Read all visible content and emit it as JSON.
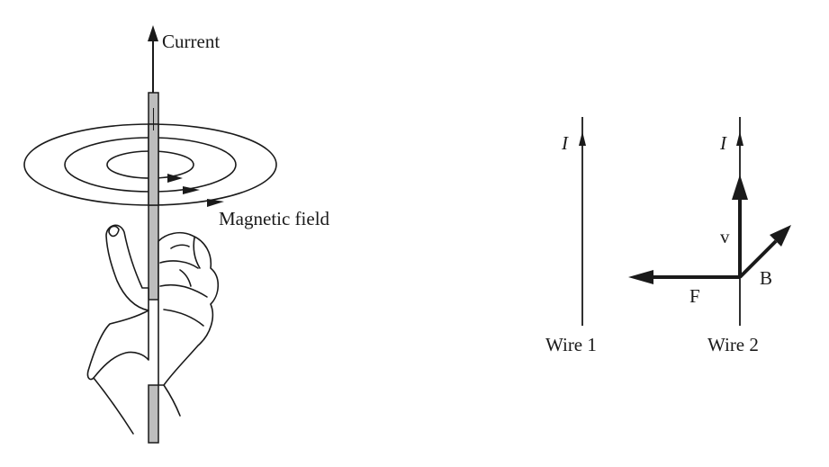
{
  "left_panel": {
    "current_label": "Current",
    "field_label": "Magnetic field"
  },
  "right_panel": {
    "wire1_current": "I",
    "wire2_current": "I",
    "wire1_label": "Wire 1",
    "wire2_label": "Wire 2",
    "velocity_label": "v",
    "field_label": "B",
    "force_label": "F"
  },
  "colors": {
    "line": "#1a1a1a",
    "wire_fill": "#bdbdbd"
  }
}
